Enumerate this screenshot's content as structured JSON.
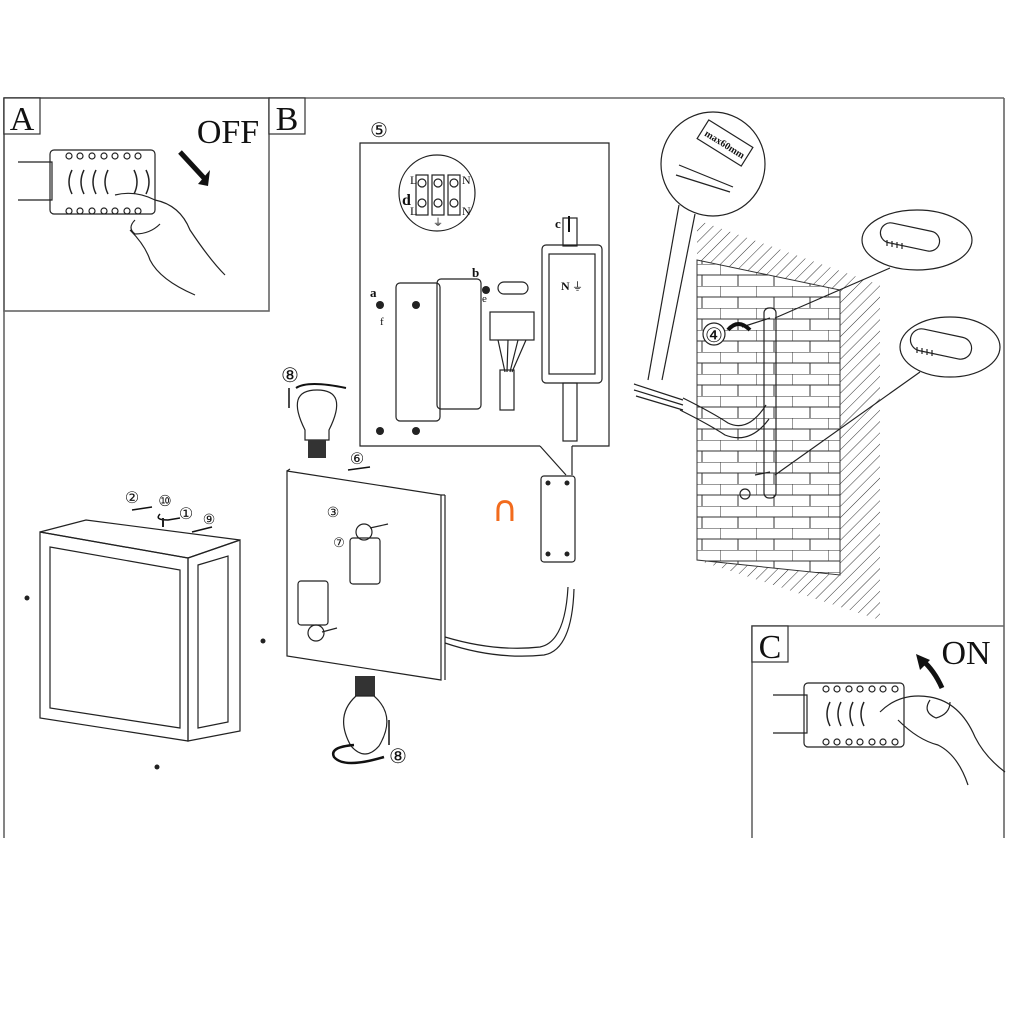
{
  "document": {
    "type": "installation-instructions",
    "panels": {
      "A": {
        "label": "A",
        "instruction": "OFF"
      },
      "B": {
        "label": "B"
      },
      "C": {
        "label": "C",
        "instruction": "ON"
      }
    },
    "steps": {
      "s1": "①",
      "s2": "②",
      "s3": "③",
      "s4": "④",
      "s5": "⑤",
      "s6": "⑥",
      "s7": "⑦",
      "s8": "⑧",
      "s9": "⑨",
      "s10": "⑩"
    },
    "wiring": {
      "terminal_labels_left": [
        "L",
        "L"
      ],
      "terminal_labels_right": [
        "N",
        "N"
      ],
      "detail_letter": "d",
      "junction_box_marking": "N",
      "earth_symbol": "⏚",
      "sub_steps": {
        "a": "a",
        "b": "b",
        "c": "c",
        "e": "e",
        "f": "f"
      }
    },
    "cable_note": "max60mm",
    "compatibility_symbol": "∩",
    "colors": {
      "line": "#222222",
      "frame": "#666666",
      "accent": "#f26b1d",
      "brick_fill": "#ffffff"
    }
  }
}
